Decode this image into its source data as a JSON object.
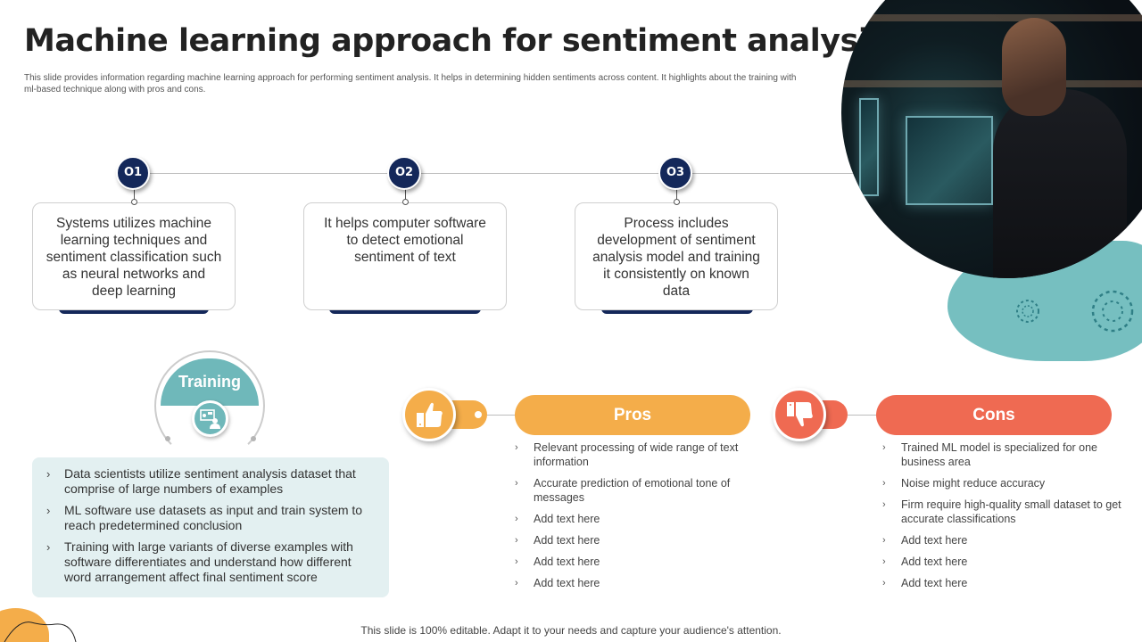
{
  "header": {
    "title": "Machine learning approach for sentiment analysis",
    "subtitle": "This slide provides information regarding machine learning approach for performing sentiment analysis. It helps in determining hidden sentiments across content. It highlights about the training with ml-based technique along with pros and cons."
  },
  "steps": [
    {
      "number": "O1",
      "text": "Systems utilizes machine learning techniques and sentiment classification such as neural networks and deep learning"
    },
    {
      "number": "O2",
      "text": "It helps computer software to detect emotional sentiment of text"
    },
    {
      "number": "O3",
      "text": "Process includes development of sentiment analysis model and training it consistently on known data"
    }
  ],
  "training": {
    "label": "Training",
    "icon": "presentation-icon",
    "bullet_glyph": "›",
    "items": [
      "Data scientists utilize sentiment analysis dataset that comprise of large numbers of examples",
      "ML software use datasets as input and train system to reach predetermined conclusion",
      "Training with large variants of diverse examples with software differentiates and understand how different word arrangement affect final sentiment score"
    ]
  },
  "pros": {
    "label": "Pros",
    "icon": "thumbs-up-icon",
    "color": "#f4ad4a",
    "items": [
      "Relevant processing of wide range of text information",
      "Accurate prediction of emotional tone of messages",
      "Add text here",
      "Add text here",
      "Add text here",
      "Add text here"
    ]
  },
  "cons": {
    "label": "Cons",
    "icon": "thumbs-down-icon",
    "color": "#ef6a52",
    "items": [
      "Trained ML model is specialized for one business area",
      "Noise might reduce accuracy",
      "Firm require high-quality small dataset to get accurate classifications",
      "Add text here",
      "Add text here",
      "Add text here"
    ]
  },
  "colors": {
    "navy": "#14285a",
    "teal": "#6fb8ba",
    "orange": "#f4ad4a",
    "coral": "#ef6a52"
  },
  "footer": {
    "text": "This slide is 100% editable. Adapt it to your needs and capture your audience's attention."
  }
}
